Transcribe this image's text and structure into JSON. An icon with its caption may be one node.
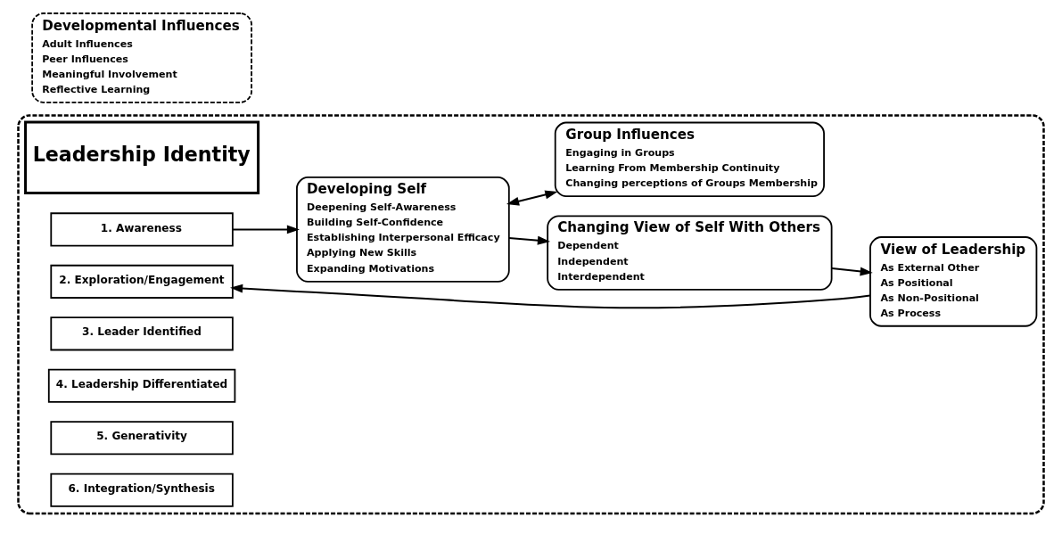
{
  "diagram": {
    "nodes": [
      {
        "text": [],
        "shape": "box"
      },
      {
        "text": [
          "6. Integration/Synthesis"
        ],
        "in": 0
      },
      {
        "text": [
          "5. Generativity"
        ],
        "in": 0
      },
      {
        "text": [
          "4. Leadership Differentiated"
        ],
        "in": 0
      },
      {
        "text": [
          "3. Leader Identified"
        ],
        "in": 0
      },
      {
        "text": [
          "2. Exploration/Engagement"
        ],
        "in": 0
      },
      {
        "text": [
          "1. Awareness"
        ],
        "in": 0
      },
      {
        "text": [
          "Leadership Identity"
        ],
        "in": 0
      },
      {
        "text": [
          "Developing Self",
          "Deepening Self-Awareness",
          "Building Self-Confidence",
          "Establishing Interpersonal Efficacy",
          "Applying New Skills",
          "Expanding Motivations"
        ],
        "in": 0
      },
      {
        "text": [
          "Group Influences",
          "Engaging in Groups",
          "Learning From Membership Continuity",
          "Changing perceptions of Groups Membership"
        ],
        "in": 0
      },
      {
        "text": [
          "Changing View of Self With Others",
          "Dependent",
          "Independent",
          "Interdependent"
        ],
        "in": 0
      },
      {
        "text": [
          "View of Leadership",
          "As External Other",
          "As Positional",
          "As Non-Positional",
          "As Process"
        ],
        "in": 0
      },
      {
        "text": [
          "Developmental Influences",
          "Adult Influences",
          "Peer Influences",
          "Meaningful Involvement",
          "Reflective Learning"
        ]
      }
    ],
    "edges": [
      {
        "from": 6,
        "to": 8,
        "arrow": "to"
      },
      {
        "from": 8,
        "to": 9,
        "arrow": "both"
      },
      {
        "from": 8,
        "to": 10,
        "arrow": "to"
      },
      {
        "from": 10,
        "to": 11,
        "arrow": "to"
      },
      {
        "from": 11,
        "to": 5,
        "arrow": "to"
      }
    ]
  }
}
